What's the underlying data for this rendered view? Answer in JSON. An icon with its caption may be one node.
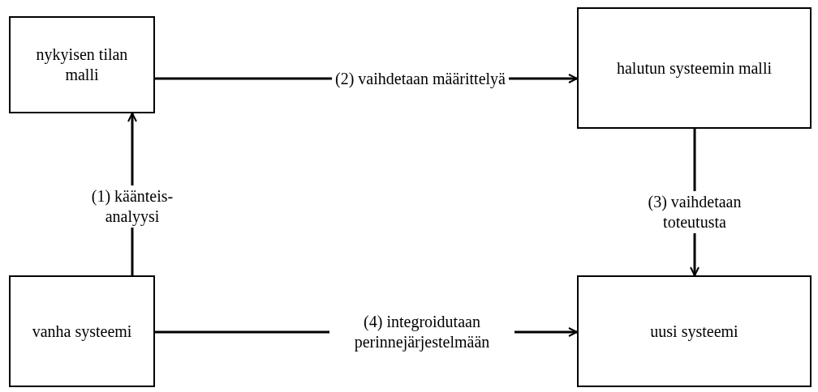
{
  "diagram": {
    "nodes": [
      {
        "text": [
          "nykyisen tilan malli"
        ]
      },
      {
        "text": [
          "halutun systeemin malli"
        ]
      },
      {
        "text": [
          "vanha systeemi"
        ]
      },
      {
        "text": [
          "uusi systeemi"
        ]
      }
    ],
    "edges": [
      {
        "from": 2,
        "to": 0,
        "arrow": "to",
        "label": "(1) käänteis- analyysi"
      },
      {
        "from": 0,
        "to": 1,
        "arrow": "to",
        "label": "(2) vaihdetaan määrittelyä"
      },
      {
        "from": 1,
        "to": 3,
        "arrow": "to",
        "label": "(3) vaihdetaan toteutusta"
      },
      {
        "from": 2,
        "to": 3,
        "arrow": "to",
        "label": "(4) integroidutaan perinnejärjestelmään"
      }
    ]
  }
}
